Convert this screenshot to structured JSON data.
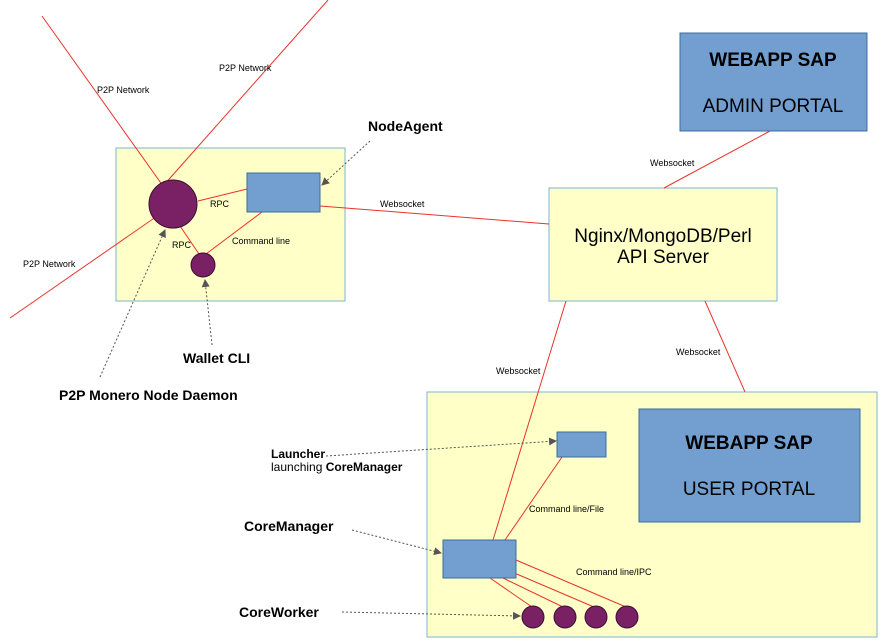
{
  "colors": {
    "link": "#e8332b",
    "container": "#ffffc8",
    "component": "#729fcf",
    "process": "#7a2166"
  },
  "labels": {
    "p2p_network": "P2P Network",
    "rpc": "RPC",
    "command_line": "Command line",
    "websocket": "Websocket",
    "command_line_file": "Command line/File",
    "command_line_ipc": "Command line/IPC"
  },
  "nodes": {
    "node_agent": "NodeAgent",
    "wallet_cli": "Wallet CLI",
    "monero_daemon": "P2P Monero Node Daemon",
    "api_server_line1": "Nginx/MongoDB/Perl",
    "api_server_line2": "API Server",
    "admin_portal_title": "WEBAPP SAP",
    "admin_portal_sub": "ADMIN PORTAL",
    "user_portal_title": "WEBAPP SAP",
    "user_portal_sub": "USER PORTAL",
    "launcher": "Launcher",
    "launcher_desc_prefix": "launching ",
    "launcher_desc_bold": "CoreManager",
    "core_manager": "CoreManager",
    "core_worker": "CoreWorker"
  }
}
